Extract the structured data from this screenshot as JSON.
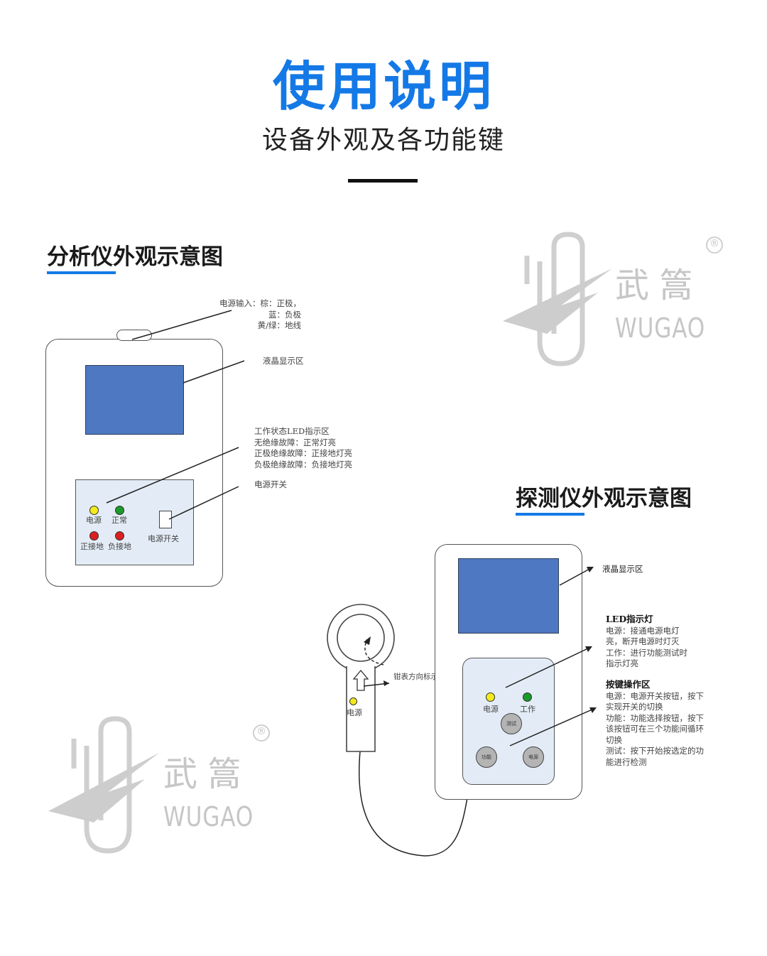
{
  "header": {
    "title": "使用说明",
    "subtitle": "设备外观及各功能键"
  },
  "watermark": {
    "brand_cn": "武篙",
    "brand_en": "WUGAO",
    "registered": "®"
  },
  "analyzer": {
    "section_title": "分析仪外观示意图",
    "power_input": {
      "line1": "电源输入：棕：正极，",
      "line2": "蓝：负极",
      "line3": "黄/绿：地线"
    },
    "lcd_label": "液晶显示区",
    "led_area": {
      "line1": "工作状态LED指示区",
      "line2": "无绝缘故障：正常灯亮",
      "line3": "正极绝缘故障：正接地灯亮",
      "line4": "负极绝缘故障：负接地灯亮"
    },
    "power_switch_note": "电源开关",
    "panel": {
      "led_power": "电源",
      "led_normal": "正常",
      "led_pos_ground": "正接地",
      "led_neg_ground": "负接地",
      "switch_label": "电源开关"
    }
  },
  "detector": {
    "section_title": "探测仪外观示意图",
    "lcd_label": "液晶显示区",
    "led_title": "LED指示灯",
    "led_lines": [
      "电源：接通电源电灯",
      "亮，断开电源时灯灭",
      "工作：进行功能测试时",
      "指示灯亮"
    ],
    "keys_title": "按键操作区",
    "keys_lines": [
      "电源：电源开关按钮，按下",
      "实现开关的切换",
      "功能：功能选择按钮，按下",
      "该按钮可在三个功能间循环",
      "切换",
      "测试：按下开始按选定的功",
      "能进行检测"
    ],
    "clamp_note": "钳表方向标示",
    "clamp_power": "电源",
    "panel": {
      "led_power": "电源",
      "led_work": "工作",
      "btn_test": "测试",
      "btn_function": "功能",
      "btn_power": "电源"
    }
  },
  "colors": {
    "accent": "#1479e6",
    "lcd": "#4e78c2",
    "panel": "#e3ecf6",
    "led_yellow": "#f2ea1c",
    "led_green": "#1a9a2a",
    "led_red": "#dc1f1f"
  }
}
